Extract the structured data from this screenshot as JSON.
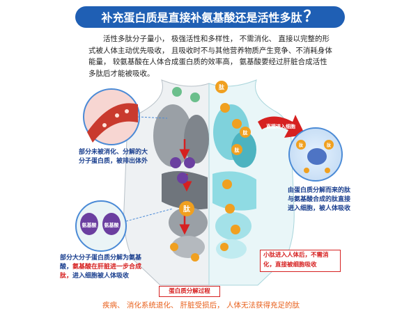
{
  "title": "补充蛋白质是直接补氨基酸还是活性多肽",
  "title_mark": "？",
  "intro": "活性多肽分子量小， 极强活性和多样性， 不需消化、 直接以完整的形式被人体主动优先吸收， 且吸收时不与其他营养物质产生竞争、不消耗身体能量， 较氨基酸在人体合成蛋白质的效率高， 氨基酸要经过肝脏合成活性多肽后才能被吸收。",
  "notes": {
    "left_top": "部分未被消化、分解的大分子蛋白质，被排出体外",
    "left_bottom_1": "部分大分子蛋白质分解为氨基酸，",
    "left_bottom_2": "氨基酸在肝脏进一步合成肽，",
    "left_bottom_3": "进入细胞被人体吸收",
    "right_cell": "由蛋白质分解而来的肽与氨基酸合成的肽直接进入细胞，被人体吸收",
    "right_box": "小肽进入人体后，不需消化，直接被细胞吸收"
  },
  "labels": {
    "peptide": "肽",
    "amino_acid": "氨基酸",
    "arrow_text": "直接进入细胞",
    "process": "蛋白质分解过程"
  },
  "bottom_line": "疾病、 消化系统退化、 肝脏受损后， 人体无法获得充足的肽",
  "colors": {
    "title_bg": "#1f5fb4",
    "note_text": "#1a3f8f",
    "accent_red": "#d62020",
    "peptide_orange": "#f0a020",
    "organ_teal": "#7fd2dc",
    "organ_gray": "#8a8f96",
    "bottom_text": "#e8601c"
  }
}
